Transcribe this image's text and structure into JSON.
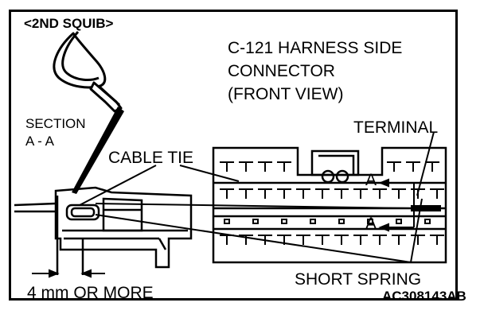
{
  "header": {
    "title": "<2ND SQUIB>"
  },
  "caption": {
    "line1": "C-121 HARNESS SIDE",
    "line2": "CONNECTOR",
    "line3": "(FRONT VIEW)"
  },
  "labels": {
    "section": "SECTION",
    "section_id": "A - A",
    "cable_tie": "CABLE TIE",
    "terminal": "TERMINAL",
    "short_spring": "SHORT SPRING",
    "dimension": "4 mm OR MORE",
    "section_marker": "A",
    "figure_code": "AC308143AB"
  }
}
